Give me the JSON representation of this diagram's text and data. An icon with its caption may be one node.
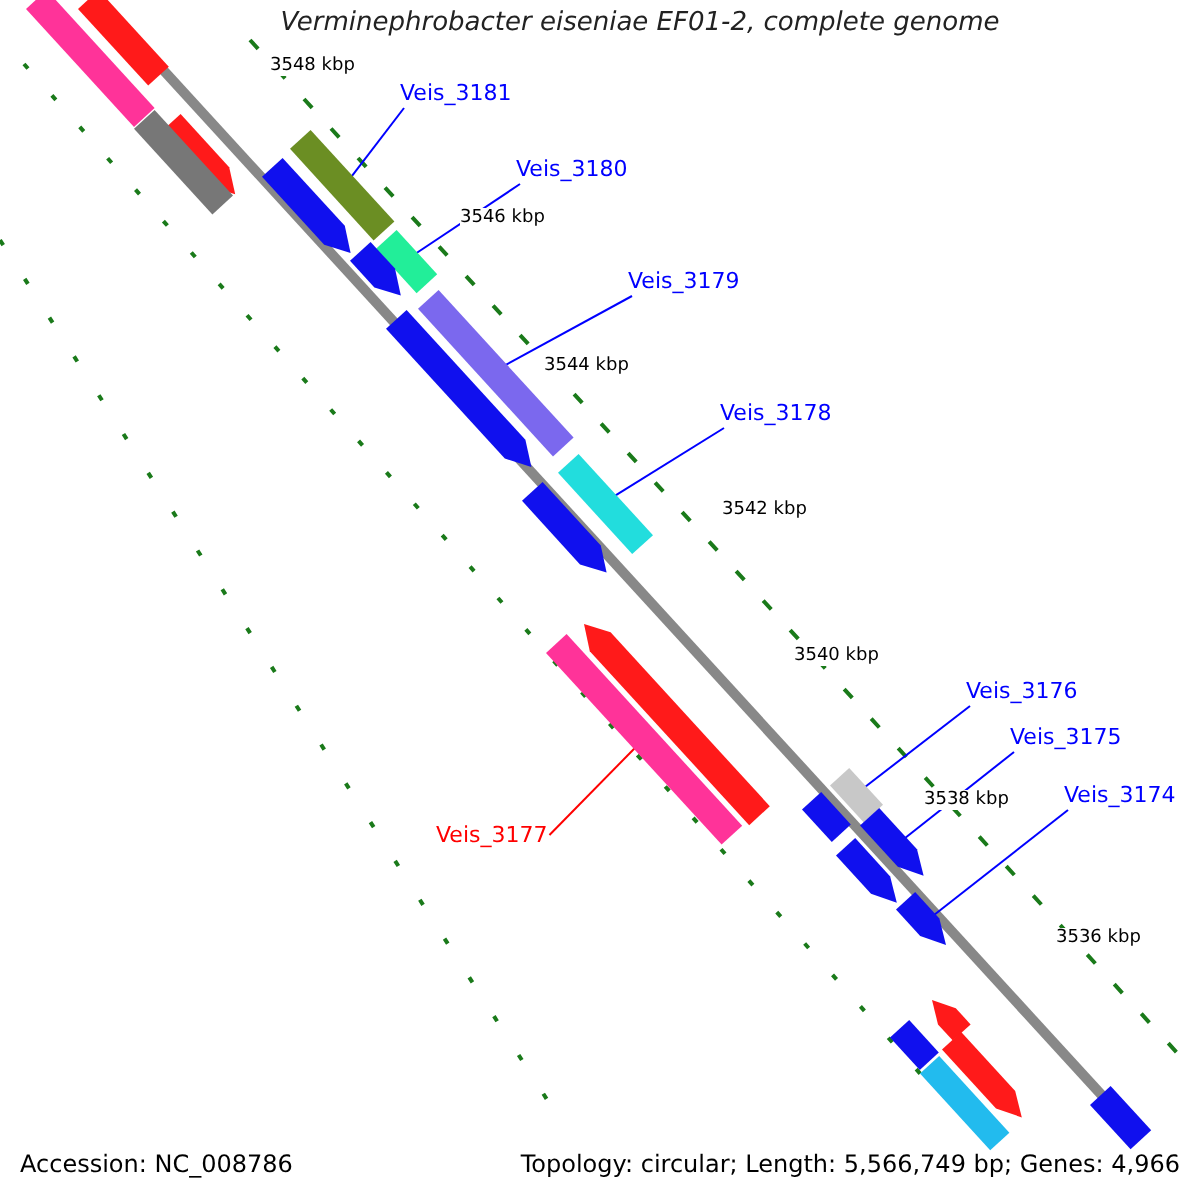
{
  "diagram": {
    "title": "Verminephrobacter eiseniae EF01-2, complete genome",
    "nodes": [
      {
        "text": [
          "Veis_3181"
        ]
      },
      {
        "text": [],
        "shape": "bar"
      },
      {
        "text": [
          "Veis_3180"
        ]
      },
      {
        "text": [],
        "shape": "bar"
      },
      {
        "text": [
          "Veis_3179"
        ]
      },
      {
        "text": [],
        "shape": "bar"
      },
      {
        "text": [
          "Veis_3178"
        ]
      },
      {
        "text": [],
        "shape": "bar"
      },
      {
        "text": [
          "Veis_3176"
        ]
      },
      {
        "text": [],
        "shape": "bar"
      },
      {
        "text": [
          "Veis_3175"
        ]
      },
      {
        "text": [],
        "shape": "arrow"
      },
      {
        "text": [
          "Veis_3174"
        ]
      },
      {
        "text": [],
        "shape": "arrow"
      },
      {
        "text": [
          "Veis_3177"
        ]
      },
      {
        "text": [],
        "shape": "bar"
      },
      {
        "text": [],
        "shape": "bar"
      },
      {
        "text": [],
        "shape": "arrow"
      },
      {
        "text": [],
        "shape": "bar"
      },
      {
        "text": [],
        "shape": "bar"
      },
      {
        "text": [],
        "shape": "arrow"
      },
      {
        "text": [],
        "shape": "arrow"
      },
      {
        "text": [],
        "shape": "arrow"
      },
      {
        "text": [],
        "shape": "arrow"
      },
      {
        "text": [],
        "shape": "arrow"
      },
      {
        "text": [],
        "shape": "bar"
      },
      {
        "text": [],
        "shape": "arrow"
      },
      {
        "text": [],
        "shape": "arrow"
      },
      {
        "text": [],
        "shape": "arrow"
      },
      {
        "text": [],
        "shape": "bar"
      },
      {
        "text": [],
        "shape": "bar"
      },
      {
        "text": [],
        "shape": "bar"
      }
    ],
    "edges": [
      {
        "from": 0,
        "to": 1,
        "arrow": "none"
      },
      {
        "from": 2,
        "to": 3,
        "arrow": "none"
      },
      {
        "from": 4,
        "to": 5,
        "arrow": "none"
      },
      {
        "from": 6,
        "to": 7,
        "arrow": "none"
      },
      {
        "from": 8,
        "to": 9,
        "arrow": "none"
      },
      {
        "from": 10,
        "to": 11,
        "arrow": "none"
      },
      {
        "from": 12,
        "to": 13,
        "arrow": "none"
      },
      {
        "from": 14,
        "to": 15,
        "arrow": "none",
        "color": "#ff0000"
      }
    ],
    "labels": [
      "3548 kbp",
      "3546 kbp",
      "3544 kbp",
      "3542 kbp",
      "3540 kbp",
      "3538 kbp",
      "3536 kbp",
      "Accession: NC_008786",
      "Topology: circular; Length: 5,566,749 bp; Genes: 4,966"
    ]
  }
}
